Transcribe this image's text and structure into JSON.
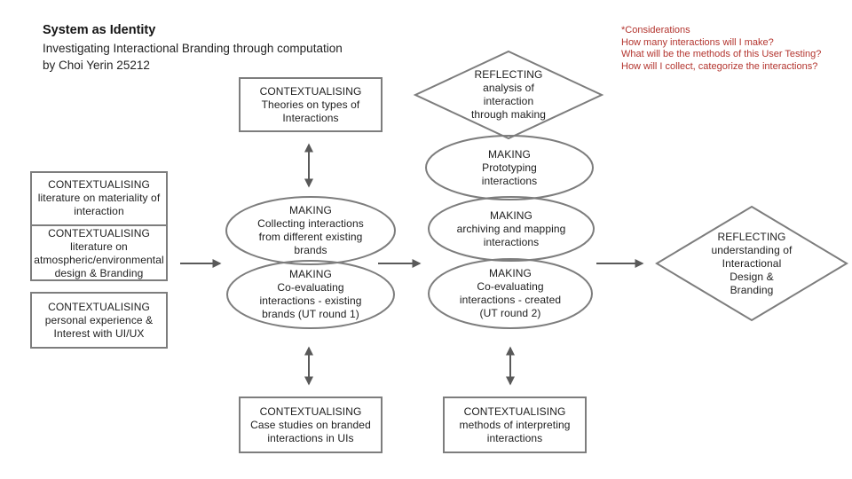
{
  "header": {
    "title": "System as Identity",
    "subtitle": "Investigating Interactional Branding through computation",
    "byline": "by Choi Yerin 25212"
  },
  "considerations": {
    "heading": "*Considerations",
    "lines": [
      "How many interactions will I make?",
      "What will be the methods of this User Testing?",
      "How will I collect, categorize the interactions?"
    ]
  },
  "nodes": {
    "ctx_materiality": {
      "shape": "rectangle",
      "text": "CONTEXTUALISING\nliterature on materiality of\ninteraction"
    },
    "ctx_atmospheric": {
      "shape": "rectangle",
      "text": "CONTEXTUALISING\nliterature on\natmospheric/environmental\ndesign & Branding"
    },
    "ctx_personal": {
      "shape": "rectangle",
      "text": "CONTEXTUALISING\npersonal experience &\nInterest with UI/UX"
    },
    "ctx_theories": {
      "shape": "rectangle",
      "text": "CONTEXTUALISING\nTheories on types of\nInteractions"
    },
    "making_collecting": {
      "shape": "ellipse",
      "text": "MAKING\nCollecting interactions\nfrom different existing\nbrands"
    },
    "making_coeval_existing": {
      "shape": "ellipse",
      "text": "MAKING\nCo-evaluating\ninteractions - existing\nbrands (UT round 1)"
    },
    "ctx_case_studies": {
      "shape": "rectangle",
      "text": "CONTEXTUALISING\nCase studies on branded\ninteractions in UIs"
    },
    "reflecting_analysis": {
      "shape": "diamond",
      "text": "REFLECTING\nanalysis of\ninteraction\nthrough making"
    },
    "making_prototyping": {
      "shape": "ellipse",
      "text": "MAKING\nPrototyping\ninteractions"
    },
    "making_archiving": {
      "shape": "ellipse",
      "text": "MAKING\narchiving and mapping\ninteractions"
    },
    "making_coeval_created": {
      "shape": "ellipse",
      "text": "MAKING\nCo-evaluating\ninteractions - created\n(UT round 2)"
    },
    "ctx_interpreting": {
      "shape": "rectangle",
      "text": "CONTEXTUALISING\nmethods of interpreting\ninteractions"
    },
    "reflecting_understanding": {
      "shape": "diamond",
      "text": "REFLECTING\nunderstanding of\nInteractional\nDesign &\nBranding"
    }
  },
  "colors": {
    "accent_red": "#b3342e",
    "shape_stroke": "#7d7d7d",
    "arrow_stroke": "#595959",
    "text": "#202020"
  }
}
